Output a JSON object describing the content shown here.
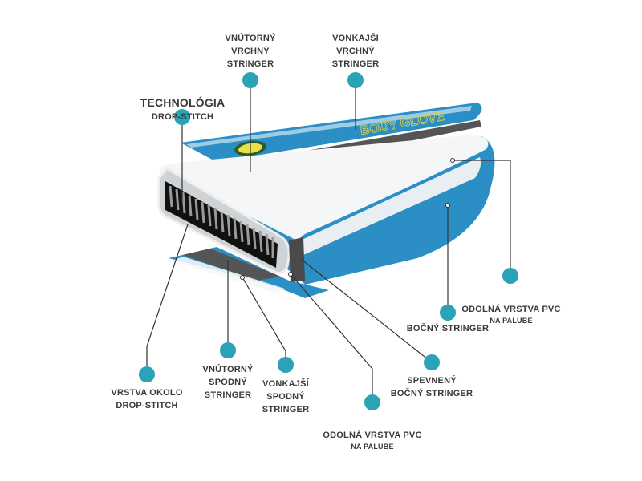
{
  "brand_text": "BODY GLOVE",
  "colors": {
    "board_blue": "#2b8fc6",
    "deck_white": "#f4f6f7",
    "pad_grey": "#5a5a5a",
    "dot_teal": "#2aa3b6",
    "text": "#3a3a3a"
  },
  "labels": {
    "inner_top_stringer": "VNÚTORNÝ\nVRCHNÝ\nSTRINGER",
    "outer_top_stringer": "VONKAJŠI\nVRCHNÝ\nSTRINGER",
    "dropstitch_title": "TECHNOLÓGIA",
    "dropstitch_sub": "DROP-STITCH",
    "pvc_deck_right_title": "ODOLNÁ VRSTVA PVC",
    "pvc_deck_right_sub": "NA PALUBE",
    "side_stringer": "BOČNÝ STRINGER",
    "reinforced_side_stringer": "SPEVNENÝ\nBOČNÝ STRINGER",
    "pvc_deck_bottom_title": "ODOLNÁ VRSTVA PVC",
    "pvc_deck_bottom_sub": "NA PALUBE",
    "outer_bottom_stringer": "VONKAJŠÍ\nSPODNÝ\nSTRINGER",
    "inner_bottom_stringer": "VNÚTORNÝ\nSPODNÝ\nSTRINGER",
    "dropstitch_layer": "VRSTVA OKOLO\nDROP-STITCH"
  }
}
